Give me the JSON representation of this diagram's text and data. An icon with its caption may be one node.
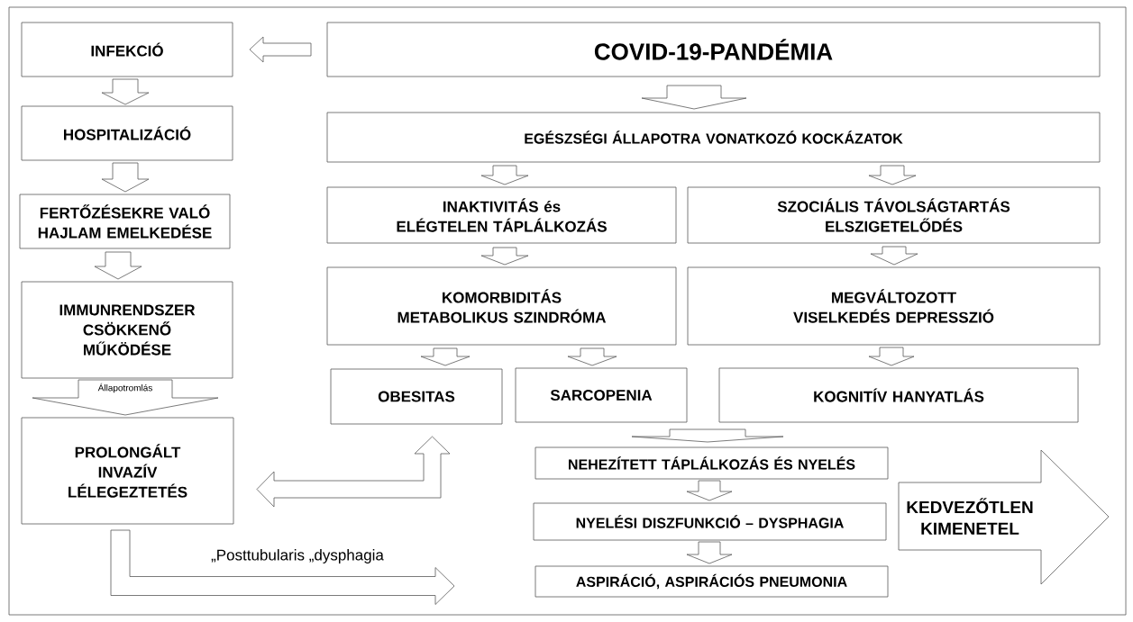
{
  "diagram": {
    "nodes": [
      {
        "text": [
          "INFEKCIÓ"
        ]
      },
      {
        "text": [
          "COVID-19-PANDÉMIA"
        ]
      },
      {
        "text": [
          "HOSPITALIZÁCIÓ"
        ]
      },
      {
        "text": [
          "EGÉSZSÉGI ÁLLAPOTRA VONATKOZÓ KOCKÁZATOK"
        ]
      },
      {
        "text": [
          "FERTŐZÉSEKRE VALÓ HAJLAM EMELKEDÉSE"
        ]
      },
      {
        "text": [
          "INAKTIVITÁS és ELÉGTELEN TÁPLÁLKOZÁS"
        ]
      },
      {
        "text": [
          "SZOCIÁLIS TÁVOLSÁGTARTÁS ELSZIGETELŐDÉS"
        ]
      },
      {
        "text": [
          "IMMUNRENDSZER CSÖKKENŐ MŰKÖDÉSE"
        ]
      },
      {
        "text": [
          "KOMORBIDITÁS METABOLIKUS SZINDRÓMA"
        ]
      },
      {
        "text": [
          "MEGVÁLTOZOTT VISELKEDÉS DEPRESSZIÓ"
        ]
      },
      {
        "text": [
          "OBESITAS"
        ]
      },
      {
        "text": [
          "SARCOPENIA"
        ]
      },
      {
        "text": [
          "KOGNITÍV HANYATLÁS"
        ]
      },
      {
        "text": [
          "PROLONGÁLT INVAZÍV LÉLEGEZTETÉS"
        ]
      },
      {
        "text": [
          "NEHEZÍTETT TÁPLÁLKOZÁS ÉS NYELÉS"
        ]
      },
      {
        "text": [
          "NYELÉSI DISZFUNKCIÓ – DYSPHAGIA"
        ]
      },
      {
        "text": [
          "ASPIRÁCIÓ, ASPIRÁCIÓS PNEUMONIA"
        ]
      },
      {
        "text": [
          "KEDVEZŐTLEN KIMENETEL"
        ]
      }
    ],
    "edges": [
      {
        "from": 1,
        "to": 0,
        "arrow": "to"
      },
      {
        "from": 0,
        "to": 2,
        "arrow": "to"
      },
      {
        "from": 2,
        "to": 4,
        "arrow": "to"
      },
      {
        "from": 4,
        "to": 7,
        "arrow": "to"
      },
      {
        "from": 7,
        "to": 13,
        "arrow": "to",
        "label": "Állapotromlás"
      },
      {
        "from": 1,
        "to": 3,
        "arrow": "to"
      },
      {
        "from": 3,
        "to": 5,
        "arrow": "to"
      },
      {
        "from": 3,
        "to": 6,
        "arrow": "to"
      },
      {
        "from": 5,
        "to": 8,
        "arrow": "to"
      },
      {
        "from": 6,
        "to": 9,
        "arrow": "to"
      },
      {
        "from": 8,
        "to": 10,
        "arrow": "to"
      },
      {
        "from": 8,
        "to": 11,
        "arrow": "to"
      },
      {
        "from": 9,
        "to": 12,
        "arrow": "to"
      },
      {
        "from": 13,
        "to": 10,
        "arrow": "both"
      },
      {
        "from": 13,
        "to": 16,
        "arrow": "to",
        "label": "„Posttubularis „dysphagia"
      },
      {
        "from": 11,
        "to": 14,
        "arrow": "to"
      },
      {
        "from": 12,
        "to": 14,
        "arrow": "to"
      },
      {
        "from": 14,
        "to": 15,
        "arrow": "to"
      },
      {
        "from": 15,
        "to": 16,
        "arrow": "to"
      }
    ]
  }
}
